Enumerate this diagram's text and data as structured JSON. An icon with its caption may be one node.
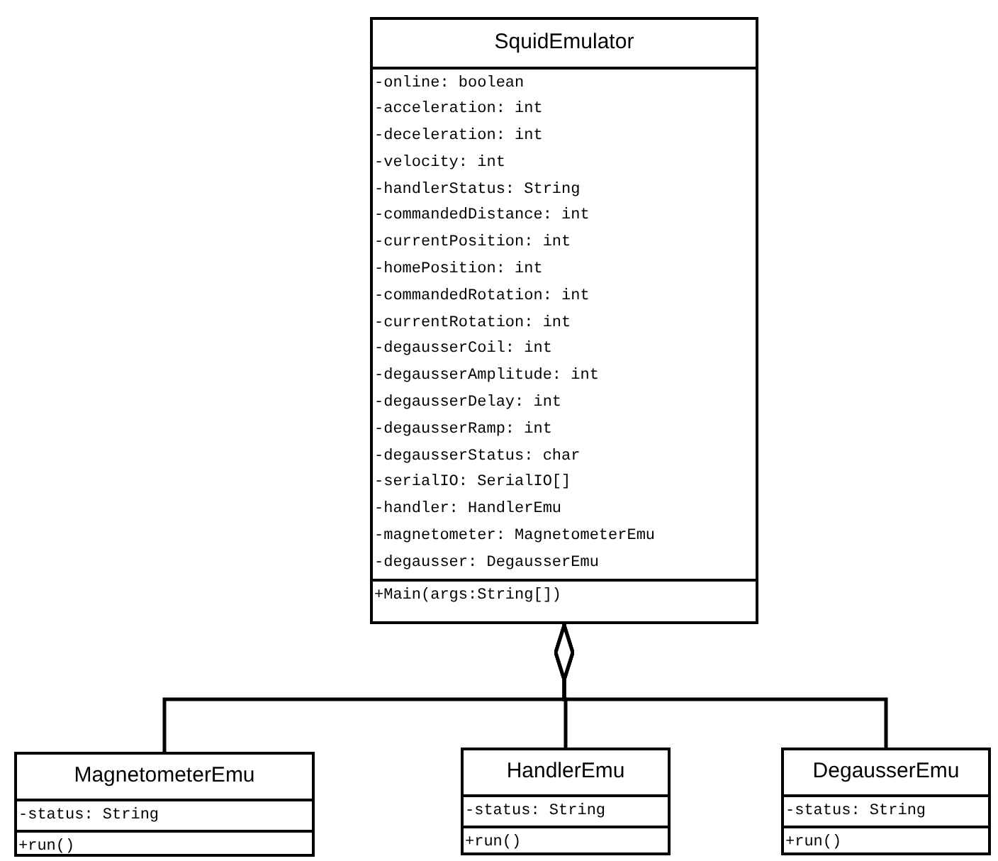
{
  "diagram": {
    "nodes": [
      {
        "text": [
          "SquidEmulator"
        ]
      },
      {
        "text": [
          "-online: boolean",
          "-acceleration: int",
          "-deceleration: int",
          "-velocity: int",
          "-handlerStatus: String",
          "-commandedDistance: int",
          "-currentPosition: int",
          "-homePosition: int",
          "-commandedRotation: int",
          "-currentRotation: int",
          "-degausserCoil: int",
          "-degausserAmplitude: int",
          "-degausserDelay: int",
          "-degausserRamp: int",
          "-degausserStatus: char",
          "-serialIO: SerialIO[]",
          "-handler: HandlerEmu",
          "-magnetometer: MagnetometerEmu",
          "-degausser: DegausserEmu"
        ],
        "in": 0
      },
      {
        "text": [
          "+Main(args:String[])"
        ],
        "in": 0
      },
      {
        "text": [
          "MagnetometerEmu"
        ]
      },
      {
        "text": [
          "-status: String"
        ],
        "in": 3
      },
      {
        "text": [
          "+run()"
        ],
        "in": 3
      },
      {
        "text": [
          "HandlerEmu"
        ]
      },
      {
        "text": [
          "-status: String"
        ],
        "in": 6
      },
      {
        "text": [
          "+run()"
        ],
        "in": 6
      },
      {
        "text": [
          "DegausserEmu"
        ]
      },
      {
        "text": [
          "-status: String"
        ],
        "in": 9
      },
      {
        "text": [
          "+run()"
        ],
        "in": 9
      }
    ],
    "edges": [
      {
        "from": 3,
        "to": 0,
        "arrow": "other"
      },
      {
        "from": 6,
        "to": 0,
        "arrow": "other"
      },
      {
        "from": 9,
        "to": 0,
        "arrow": "other"
      }
    ]
  }
}
